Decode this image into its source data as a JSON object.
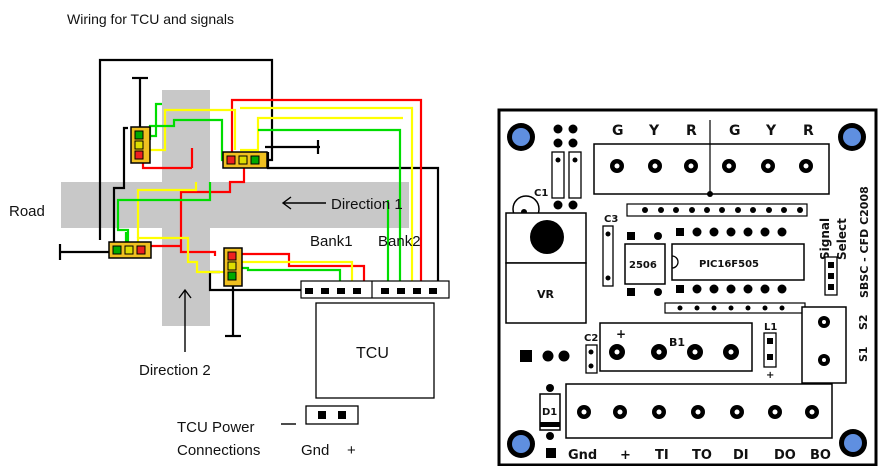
{
  "wiring": {
    "title": "Wiring for TCU and signals",
    "road_label": "Road",
    "direction1_label": "Direction 1",
    "direction2_label": "Direction 2",
    "bank1_label": "Bank1",
    "bank2_label": "Bank2",
    "tcu_label": "TCU",
    "power_line1": "TCU Power",
    "power_line2": "Connections",
    "gnd_label": "Gnd",
    "plus_label": "+",
    "wire_colors": {
      "green": "#00dd00",
      "yellow": "#ffff00",
      "red": "#ff0000",
      "black": "#000000",
      "road_gray": "#c8c8c8"
    }
  },
  "board": {
    "top_labels": [
      "G",
      "Y",
      "R",
      "G",
      "Y",
      "R"
    ],
    "bottom_labels": [
      "Gnd",
      "+",
      "TI",
      "TO",
      "DI",
      "DO",
      "BO"
    ],
    "c1": "C1",
    "c3": "C3",
    "c2": "C2",
    "chip_2506": "2506",
    "chip_pic": "PIC16F505",
    "vr": "VR",
    "b1": "B1",
    "b1_plus": "+",
    "l1": "L1",
    "l1_plus": "+",
    "d1": "D1",
    "signal_select_1": "Signal",
    "signal_select_2": "Select",
    "sbsc": "SBSC - CFD C2008",
    "s1": "S1",
    "s2": "S2",
    "colors": {
      "board_bg": "#ffffff",
      "mount_hole": "#5f8fe0",
      "pad": "#000000"
    }
  }
}
